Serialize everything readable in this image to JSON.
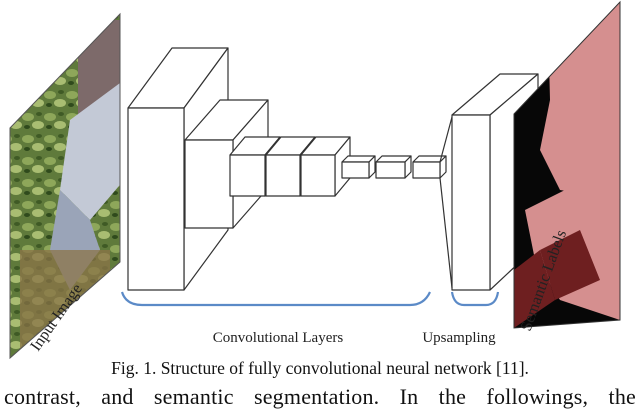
{
  "figure": {
    "input_label": "Input Image",
    "output_label": "Semantic Labels",
    "convolutional_label": "Convolutional Layers",
    "upsampling_label": "Upsampling"
  },
  "caption": "Fig. 1. Structure of fully convolutional neural network [11].",
  "body_text": "contrast, and semantic segmentation. In the followings, the",
  "colors": {
    "bracket": "#5b8ac7",
    "segment_pink": "#d58f8f",
    "segment_dark_red": "#6e1f20",
    "background_black": "#070707"
  }
}
